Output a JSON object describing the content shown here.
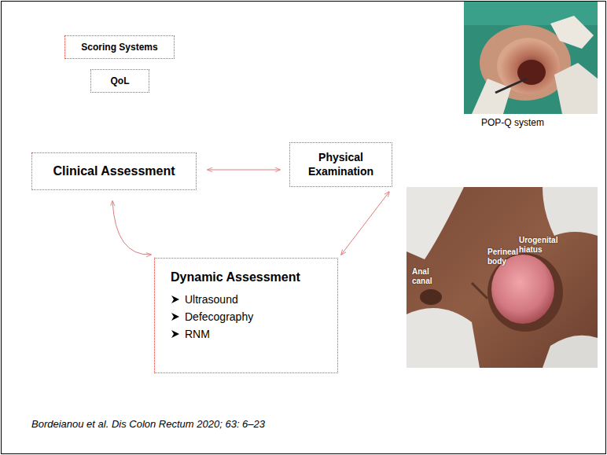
{
  "diagram": {
    "nodes": [
      {
        "text": [
          "Scoring Systems"
        ]
      },
      {
        "text": [
          "QoL"
        ]
      },
      {
        "text": [
          "Clinical Assessment"
        ]
      },
      {
        "text": [
          "Physical Examination"
        ]
      },
      {
        "text": [
          "Dynamic Assessment",
          "Ultrasound",
          "Defecography",
          "RNM"
        ]
      }
    ],
    "edges": [
      {
        "from": 2,
        "to": 3,
        "arrow": "both"
      },
      {
        "from": 3,
        "to": 4,
        "arrow": "both"
      },
      {
        "from": 2,
        "to": 4,
        "arrow": "both"
      }
    ],
    "labels": [
      "POP-Q system",
      "Anal canal",
      "Perineal body",
      "Urogenital hiatus",
      "Bordeianou et al. Dis Colon Rectum 2020; 63: 6–23"
    ]
  }
}
